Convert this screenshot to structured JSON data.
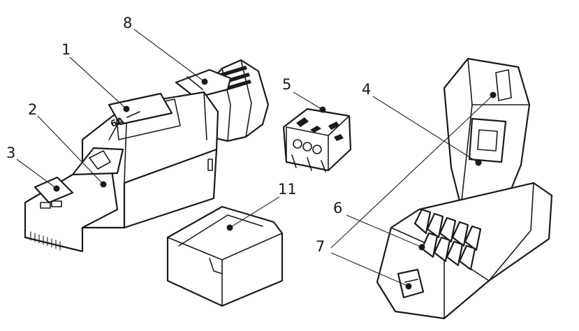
{
  "callouts": [
    {
      "id": "1",
      "label": "1"
    },
    {
      "id": "2",
      "label": "2"
    },
    {
      "id": "3",
      "label": "3"
    },
    {
      "id": "4",
      "label": "4"
    },
    {
      "id": "5",
      "label": "5"
    },
    {
      "id": "6",
      "label": "6"
    },
    {
      "id": "7",
      "label": "7"
    },
    {
      "id": "8",
      "label": "8"
    },
    {
      "id": "11",
      "label": "11"
    }
  ],
  "plug_marking": "6A",
  "colors": {
    "line": "#1a1a1a",
    "background": "#ffffff"
  }
}
